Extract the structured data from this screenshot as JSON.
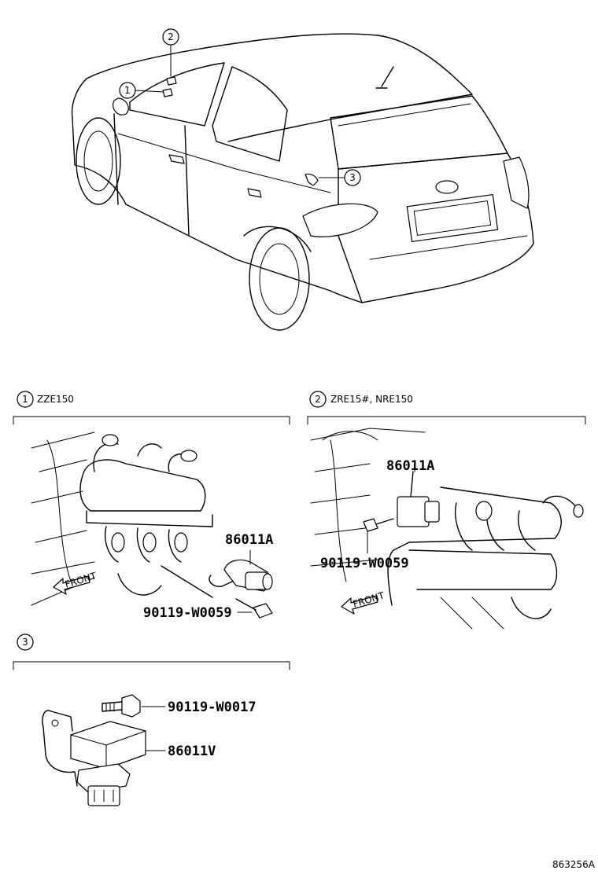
{
  "callouts": {
    "c1": "1",
    "c2": "2",
    "c3": "3"
  },
  "sections": {
    "s1": {
      "number": "1",
      "label": "ZZE150"
    },
    "s2": {
      "number": "2",
      "label": "ZRE15#, NRE150"
    },
    "s3": {
      "number": "3",
      "label": ""
    }
  },
  "parts": {
    "s1_sensor": "86011A",
    "s1_bolt": "90119-W0059",
    "s2_sensor": "86011A",
    "s2_bolt": "90119-W0059",
    "s3_bolt": "90119-W0017",
    "s3_sensor": "86011V"
  },
  "front_label": "FRONT",
  "figure_id": "863256A"
}
